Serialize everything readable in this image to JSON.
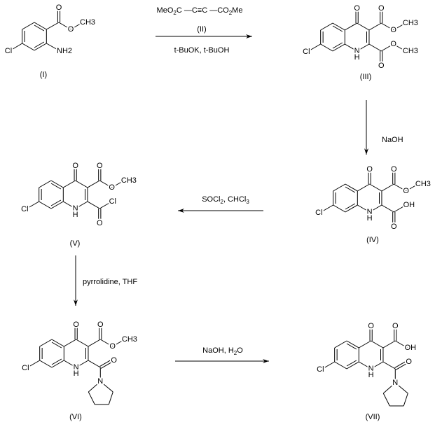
{
  "title": "Synthesis of 7-chloro-4-oxo-2-(pyrrolidine-1-carbonyl)-1,4-dihydroquinoline-3-carboxylic acid",
  "reagents": {
    "step1_formula": "MeO2C —C≡C —CO2Me",
    "step1_label": "(II)",
    "step1_conditions": "t-BuOK, t-BuOH",
    "step2": "NaOH",
    "step3": "SOCl2, CHCl3",
    "step4": "pyrrolidine, THF",
    "step5": "NaOH, H2O"
  },
  "compounds": {
    "I": {
      "label": "(I)",
      "atoms": {
        "o_carbonyl": "O",
        "o_ester": "O",
        "methyl": "CH3",
        "amine": "NH2",
        "cl": "Cl"
      }
    },
    "III": {
      "label": "(III)",
      "atoms": {
        "cl": "Cl",
        "n": "N",
        "h": "H",
        "o4": "O",
        "c3_o": "O",
        "c3_or": "O",
        "c3_r": "CH3",
        "c2_o": "O",
        "c2_or": "O",
        "c2_r": "CH3"
      }
    },
    "IV": {
      "label": "(IV)",
      "atoms": {
        "cl": "Cl",
        "n": "N",
        "h": "H",
        "o4": "O",
        "c3_o": "O",
        "c3_or": "O",
        "c3_r": "CH3",
        "c2_o": "O",
        "c2_x": "OH"
      }
    },
    "V": {
      "label": "(V)",
      "atoms": {
        "cl": "Cl",
        "n": "N",
        "h": "H",
        "o4": "O",
        "c3_o": "O",
        "c3_or": "O",
        "c3_r": "CH3",
        "c2_o": "O",
        "c2_x": "Cl"
      }
    },
    "VI": {
      "label": "(VI)",
      "atoms": {
        "cl": "Cl",
        "n": "N",
        "h": "H",
        "o4": "O",
        "c3_o": "O",
        "c3_or": "O",
        "c3_r": "CH3",
        "c2_o": "O",
        "c2_n": "N"
      }
    },
    "VII": {
      "label": "(VII)",
      "atoms": {
        "cl": "Cl",
        "n": "N",
        "h": "H",
        "o4": "O",
        "c3_o": "O",
        "c3_x": "OH",
        "c2_o": "O",
        "c2_n": "N"
      }
    }
  }
}
